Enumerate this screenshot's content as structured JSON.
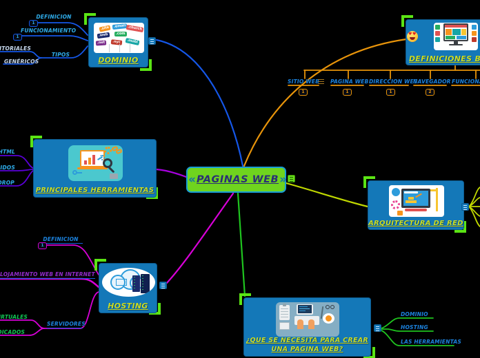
{
  "central": {
    "title": "PAGINAS WEB"
  },
  "dominio": {
    "title": "DOMINIO",
    "signs": [
      ".site",
      ".email",
      ".church",
      ".web",
      ".com",
      ".net",
      ".nyc",
      ".mobi"
    ],
    "definicion": "DEFINICION",
    "definicion_badge": "1",
    "funcionamiento": "FUNCIONAMIENTO",
    "funcionamiento_badge": "1",
    "tipos": "TIPOS",
    "territoriales": "TERRITORIALES",
    "genericos": "GENÉRICOS"
  },
  "definiciones": {
    "title": "DEFINICIONES BASICAS",
    "sitio_web": "SITIO WEB",
    "sitio_web_badge": "1",
    "pagina_web": "PAGINA WEB",
    "pagina_web_badge": "1",
    "direccion_web": "DIRECCION WEB",
    "direccion_web_badge": "1",
    "navegador": "NAVEGADOR",
    "navegador_badge": "2",
    "funcionamiento": "FUNCIONAMIENTO"
  },
  "herramientas": {
    "title": "PRINCIPALES HERRAMIENTAS",
    "editores_html": "EDITORES HTML",
    "gestores": "GESTORES DE CONTENIDOS",
    "drag_drop": "DRAG AND DROP"
  },
  "arquitectura": {
    "title": "ARQUITECTURA DE RED"
  },
  "hosting": {
    "title": "HOSTING",
    "definicion": "DEFINICION",
    "definicion_badge": "1",
    "alojamiento": "ALOJAMIENTO WEB EN INTERNET",
    "servidores": "SERVIDORES",
    "virtuales": "VIRTUALES",
    "dedicados": "DEDICADOS"
  },
  "crear": {
    "title_line1": "¿QUE SE NECESITA PARA CREAR",
    "title_line2": "UNA PAGINA WEB?",
    "dominio": "DOMINIO",
    "hosting": "HOSTING",
    "herramientas": "LAS HERRAMIENTAS"
  },
  "colors": {
    "background": "#000000",
    "topic_fill": "#1478B8",
    "central_fill": "#6FD41E",
    "title_text": "#C8DC28",
    "central_text": "#2B2F75",
    "bracket_green": "#5BE414",
    "branch_blue": "#1557E8",
    "branch_orange": "#E8940A",
    "branch_violet": "#5A00D8",
    "branch_magenta": "#D800D8",
    "branch_green": "#1FC41F",
    "branch_yellowgreen": "#C0D800"
  }
}
